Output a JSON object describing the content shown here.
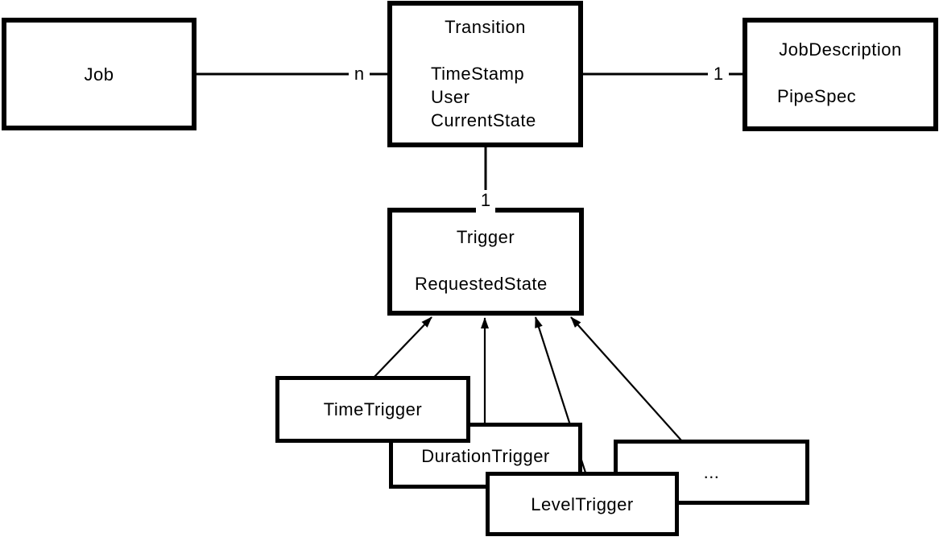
{
  "diagram": {
    "kind": "class-diagram",
    "colors": {
      "stroke": "#000000",
      "fill": "#ffffff",
      "text": "#000000"
    },
    "boxes": {
      "job": {
        "title": "Job"
      },
      "transition": {
        "title": "Transition",
        "attributes": [
          "TimeStamp",
          "User",
          "CurrentState"
        ]
      },
      "job_description": {
        "title": "JobDescription",
        "attributes": [
          "PipeSpec"
        ]
      },
      "trigger": {
        "title": "Trigger",
        "attributes": [
          "RequestedState"
        ]
      },
      "time_trigger": {
        "title": "TimeTrigger"
      },
      "duration_trigger": {
        "title": "DurationTrigger"
      },
      "level_trigger": {
        "title": "LevelTrigger"
      },
      "other_trigger": {
        "title": "..."
      }
    },
    "connectors": {
      "job_transition": {
        "from": "Job",
        "to": "Transition",
        "label": "n",
        "type": "association"
      },
      "transition_job_description": {
        "from": "Transition",
        "to": "JobDescription",
        "label": "1",
        "type": "association"
      },
      "transition_trigger": {
        "from": "Transition",
        "to": "Trigger",
        "label": "1",
        "type": "association"
      },
      "time_trigger_trigger": {
        "from": "TimeTrigger",
        "to": "Trigger",
        "type": "arrow"
      },
      "duration_trigger_trigger": {
        "from": "DurationTrigger",
        "to": "Trigger",
        "type": "arrow"
      },
      "level_trigger_trigger": {
        "from": "LevelTrigger",
        "to": "Trigger",
        "type": "arrow"
      },
      "other_trigger_trigger": {
        "from": "...",
        "to": "Trigger",
        "type": "arrow"
      }
    }
  }
}
